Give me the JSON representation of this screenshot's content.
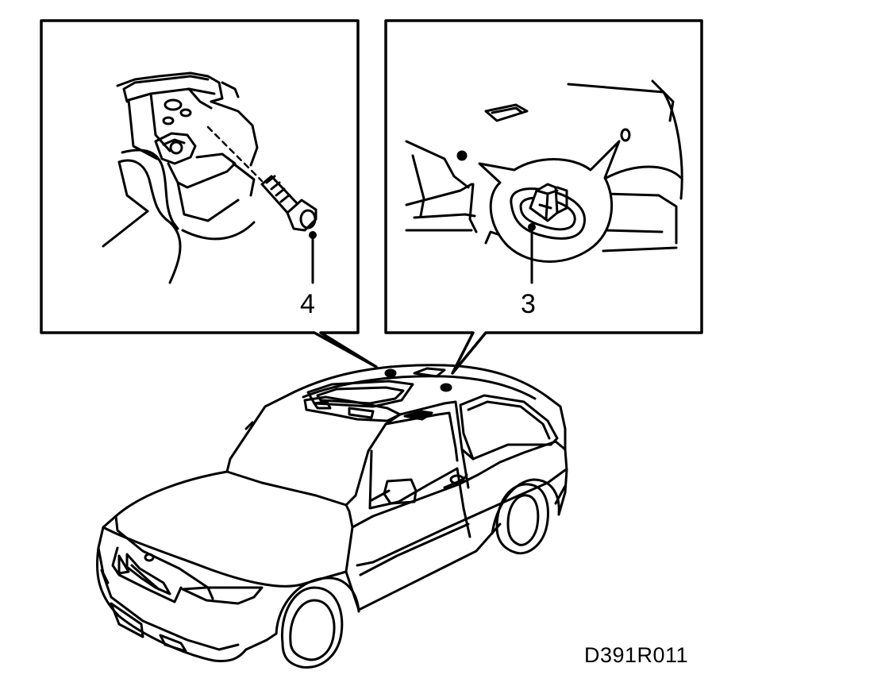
{
  "callouts": {
    "left_detail": "4",
    "right_detail": "3"
  },
  "figure_code": "D391R011",
  "colors": {
    "line": "#000000",
    "background": "#ffffff"
  }
}
